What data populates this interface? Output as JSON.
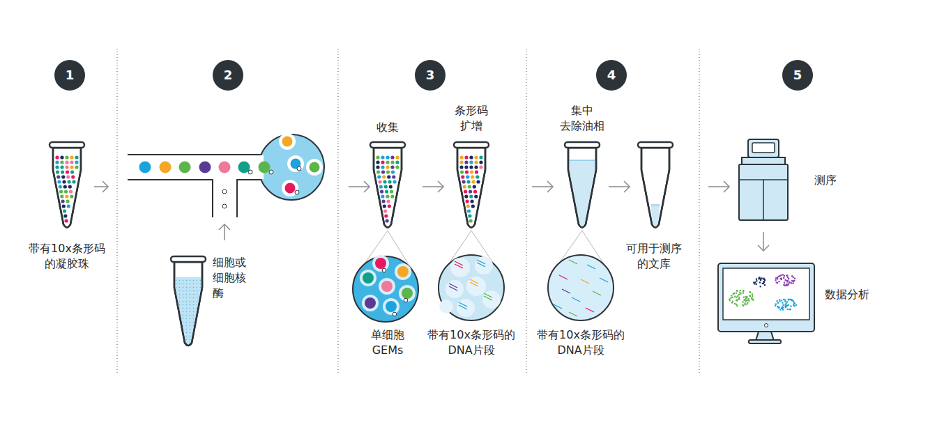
{
  "diagram": {
    "nodes": [
      {
        "text": [
          "1"
        ]
      },
      {
        "text": [
          "2"
        ]
      },
      {
        "text": [
          "3"
        ]
      },
      {
        "text": [
          "4"
        ]
      },
      {
        "text": [
          "5"
        ]
      }
    ],
    "labels": [
      "带有10x条形码 的凝胶珠",
      "细胞或 细胞核 酶",
      "收集",
      "条形码 扩增",
      "单细胞 GEMs",
      "带有10x条形码的 DNA片段",
      "集中 去除油相",
      "带有10x条形码的 DNA片段",
      "可用于测序 的文库",
      "测序",
      "数据分析"
    ]
  }
}
